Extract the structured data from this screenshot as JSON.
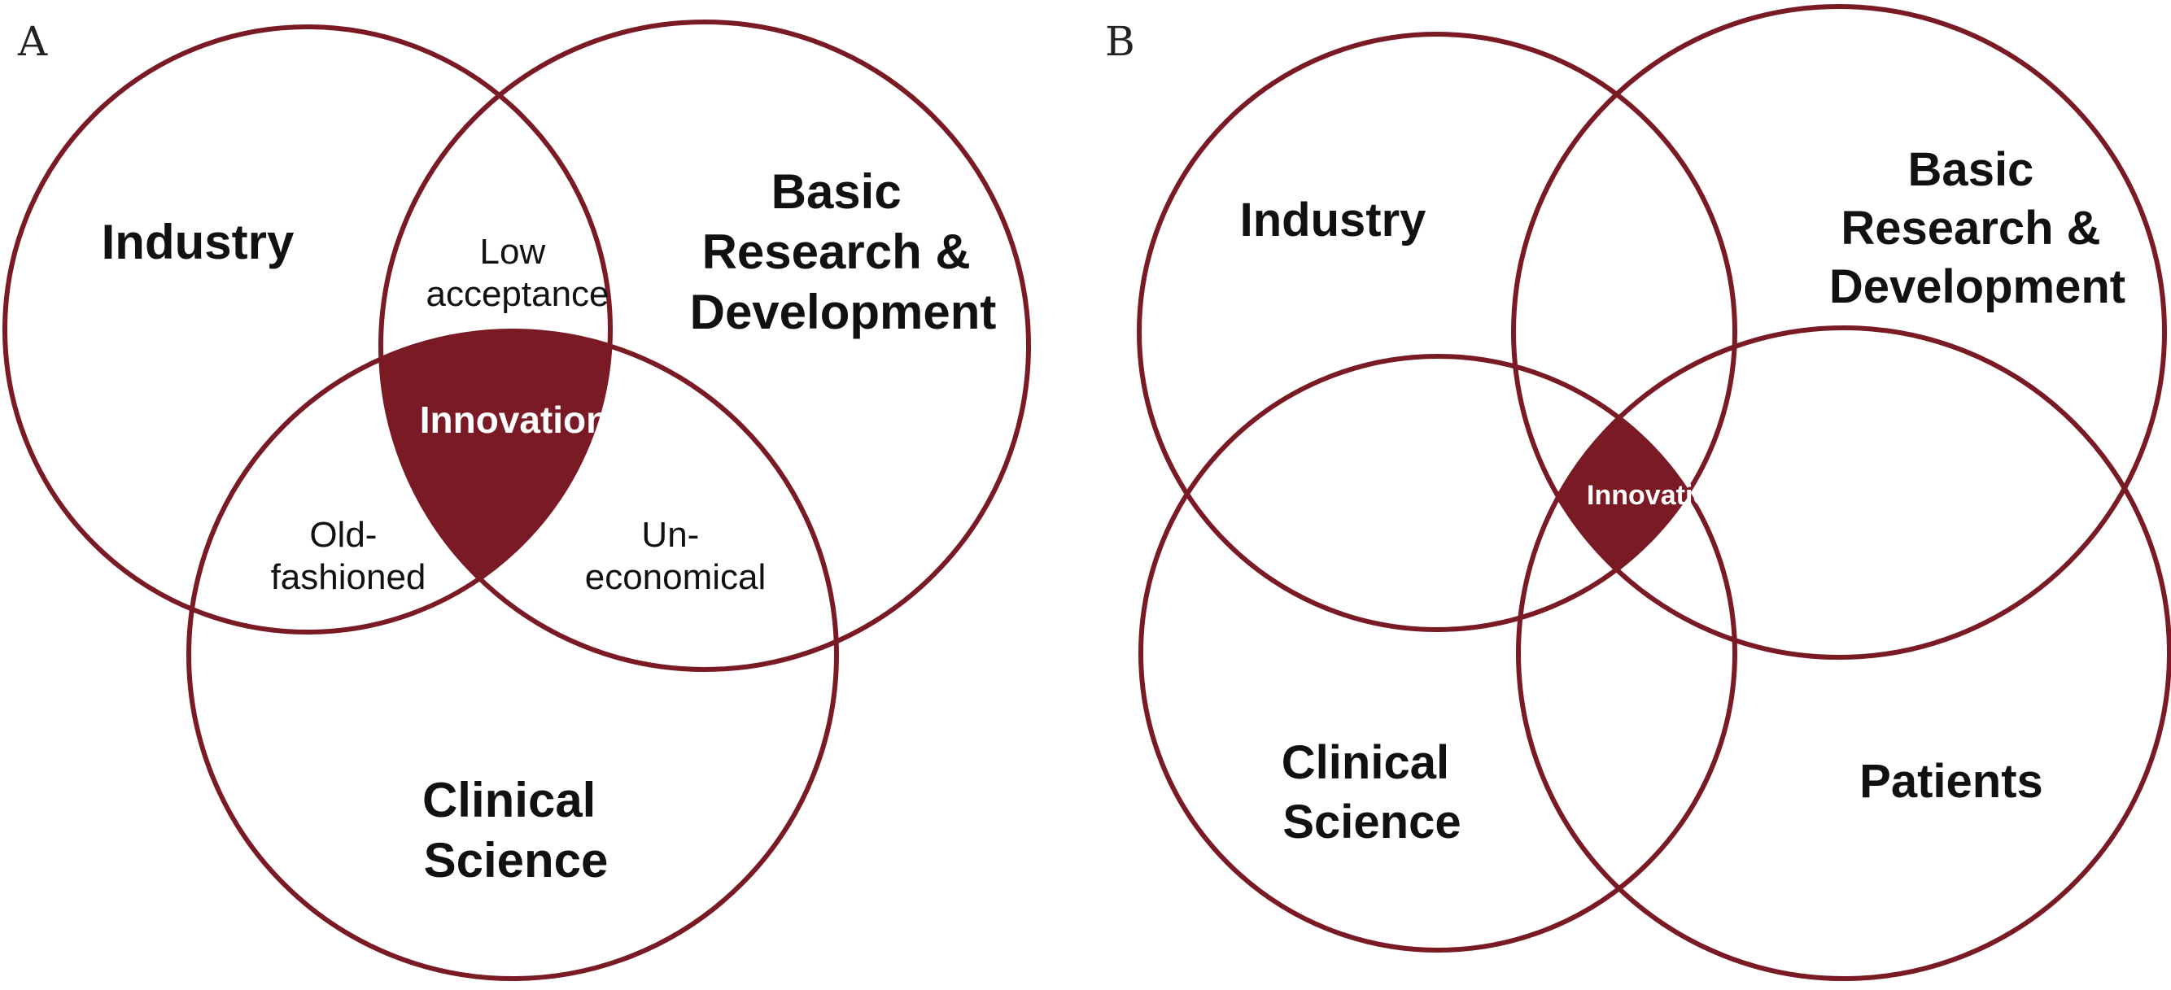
{
  "colors": {
    "accent": "#7a1a24",
    "text": "#111111",
    "background": "#ffffff"
  },
  "panel_a": {
    "letter": "A",
    "sets": {
      "industry": "Industry",
      "basic_research": [
        "Basic",
        "Research &",
        "Development"
      ],
      "clinical_science": [
        "Clinical",
        "Science"
      ]
    },
    "overlaps": {
      "industry_research": [
        "Low",
        "acceptance"
      ],
      "industry_clinical": [
        "Old-",
        "fashioned"
      ],
      "research_clinical": [
        "Un-",
        "economical"
      ],
      "center": "Innovation"
    }
  },
  "panel_b": {
    "letter": "B",
    "sets": {
      "industry": "Industry",
      "basic_research": [
        "Basic",
        "Research &",
        "Development"
      ],
      "clinical_science": [
        "Clinical",
        "Science"
      ],
      "patients": "Patients"
    },
    "overlaps": {
      "center": "Innovation"
    }
  }
}
